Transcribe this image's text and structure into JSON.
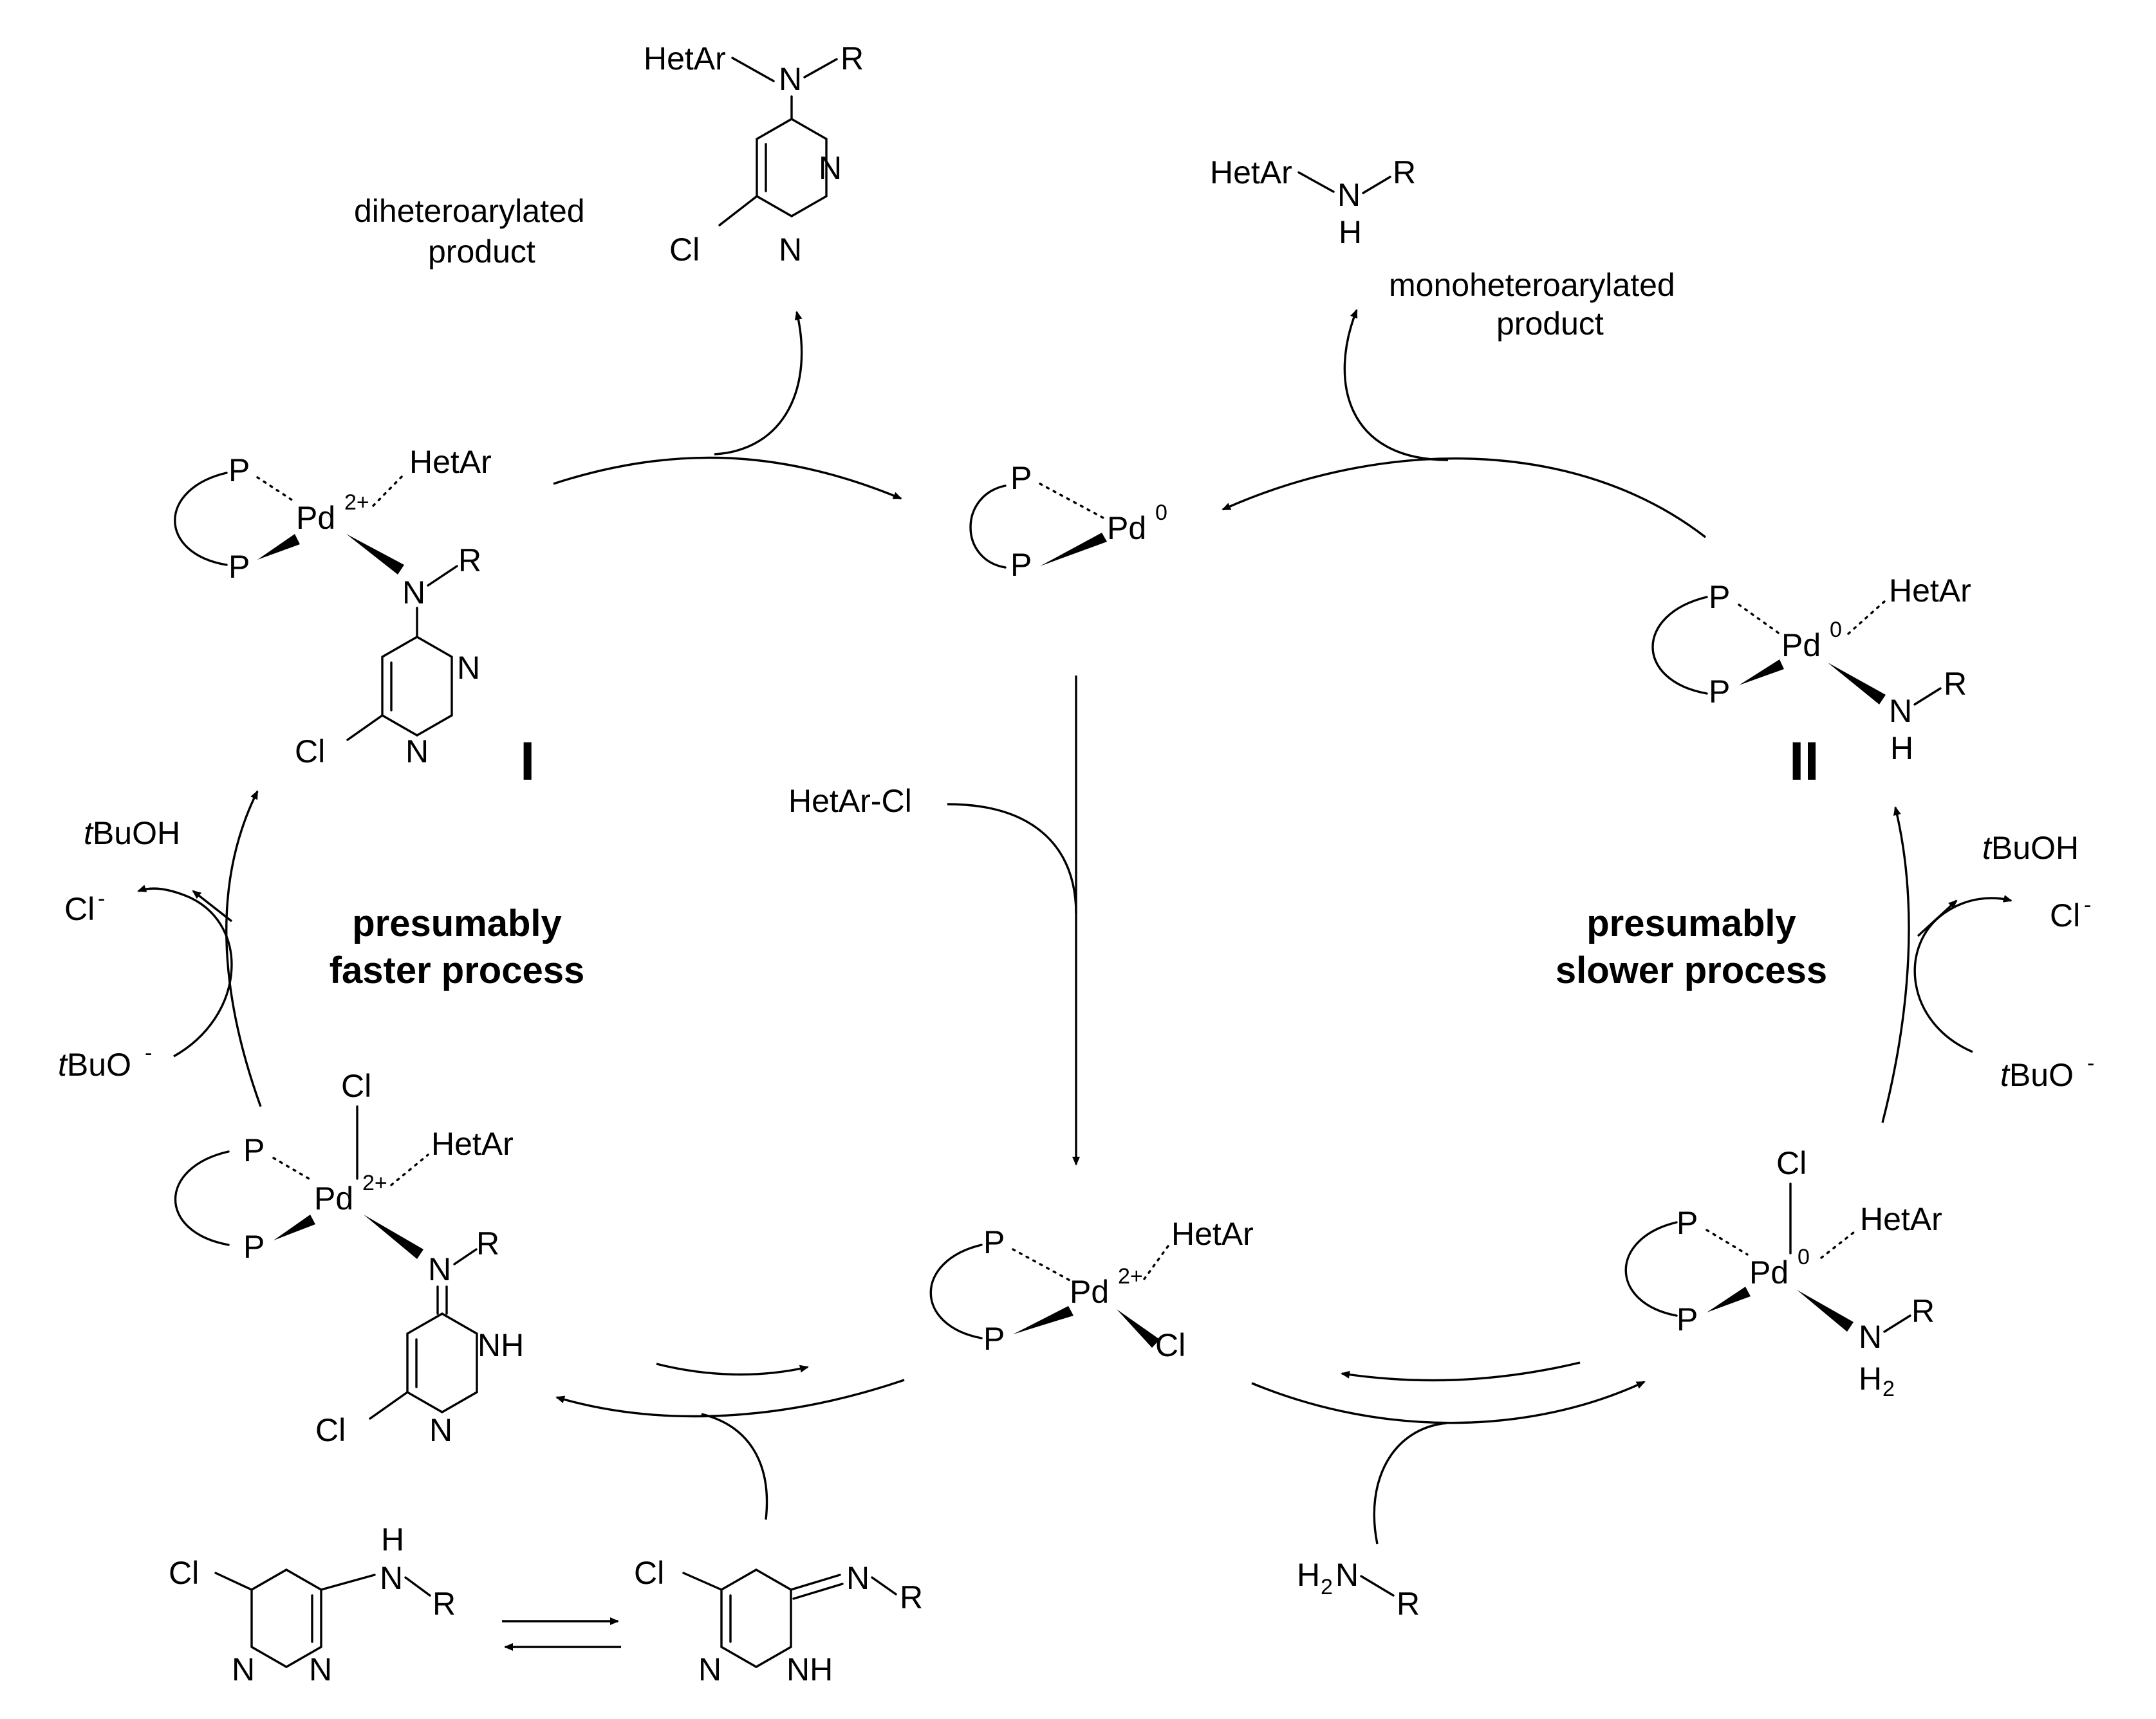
{
  "labels": {
    "diheteroarylated": "diheteroarylated",
    "monoheteroarylated": "monoheteroarylated",
    "product": "product",
    "hetar": "HetAr",
    "hetar_cl": "HetAr-Cl",
    "cl": "Cl",
    "p": "P",
    "pd": "Pd",
    "pd0_sup": "0",
    "pd2_sup": "2+",
    "n": "N",
    "nh": "NH",
    "h": "H",
    "r": "R",
    "h2": "H",
    "sub2": "2",
    "tbuoh_t": "t",
    "tbuoh_rest": "BuOH",
    "tbuo_t": "t",
    "tbuo_rest": "BuO",
    "minus": "-",
    "roman_1": "I",
    "roman_2": "II",
    "faster_1": "presumably",
    "faster_2": "faster process",
    "slower_1": "presumably",
    "slower_2": "slower process"
  }
}
